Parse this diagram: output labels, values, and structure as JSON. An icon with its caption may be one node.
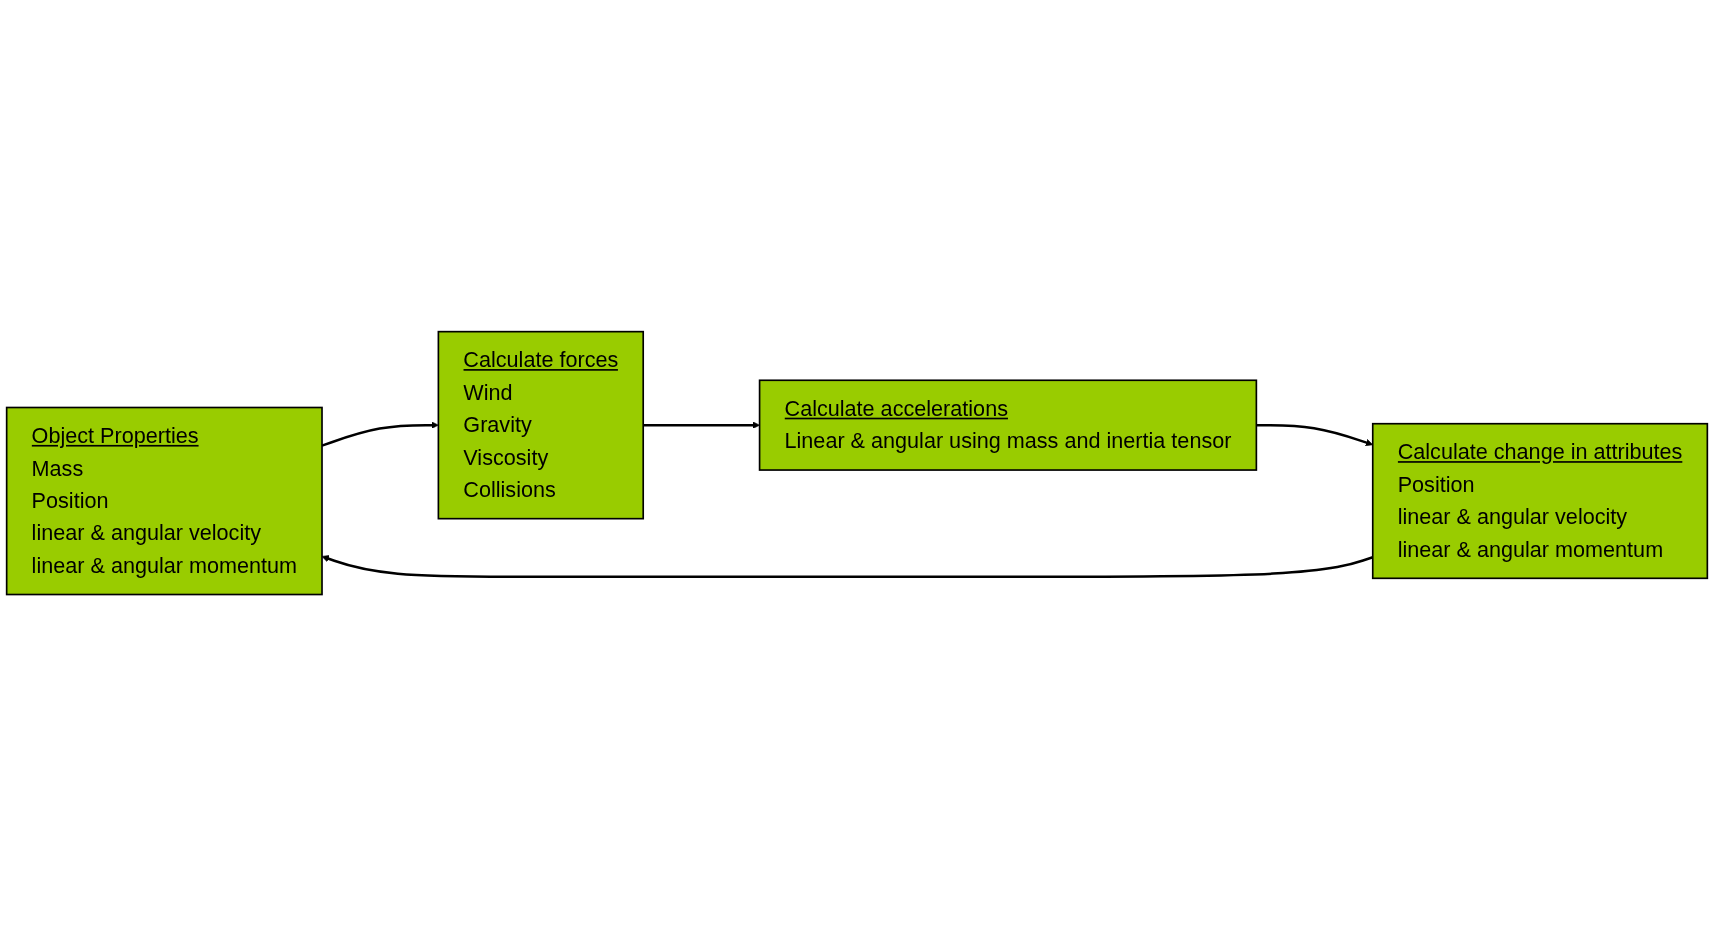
{
  "diagram": {
    "nodes": [
      {
        "text": [
          "Object Properties",
          "Mass",
          "Position",
          "linear & angular velocity",
          "linear & angular momentum"
        ]
      },
      {
        "text": [
          "Calculate forces",
          "Wind",
          "Gravity",
          "Viscosity",
          "Collisions"
        ]
      },
      {
        "text": [
          "Calculate change in attributes",
          "Position",
          "linear & angular velocity",
          "linear & angular momentum"
        ]
      },
      {
        "text": [
          "Calculate accelerations",
          "Linear & angular using mass and inertia tensor"
        ]
      }
    ],
    "edges": [
      {
        "from": 0,
        "to": 1,
        "arrow": "to"
      },
      {
        "from": 1,
        "to": 3,
        "arrow": "to"
      },
      {
        "from": 3,
        "to": 2,
        "arrow": "to"
      },
      {
        "from": 2,
        "to": 0,
        "arrow": "to"
      }
    ]
  }
}
